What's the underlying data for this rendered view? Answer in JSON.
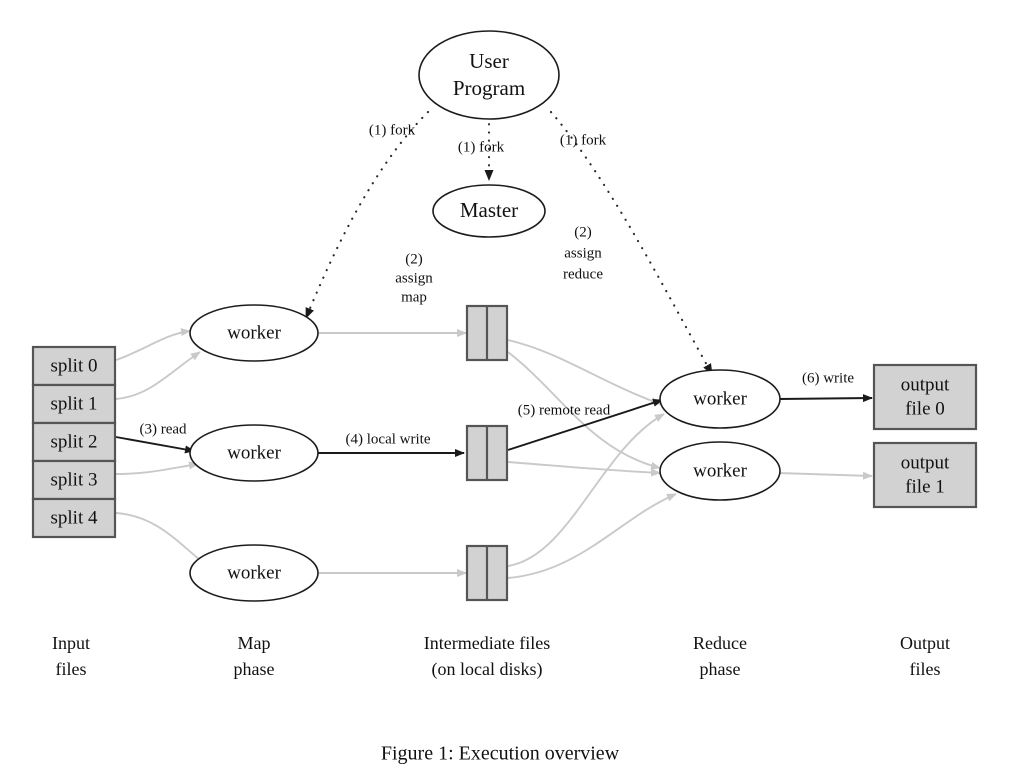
{
  "figure": {
    "caption": "Figure 1: Execution overview"
  },
  "nodes": {
    "user_program": {
      "line1": "User",
      "line2": "Program"
    },
    "master": {
      "label": "Master"
    },
    "map_workers": [
      {
        "label": "worker"
      },
      {
        "label": "worker"
      },
      {
        "label": "worker"
      }
    ],
    "reduce_workers": [
      {
        "label": "worker"
      },
      {
        "label": "worker"
      }
    ],
    "input_splits": [
      {
        "label": "split 0"
      },
      {
        "label": "split 1"
      },
      {
        "label": "split 2"
      },
      {
        "label": "split 3"
      },
      {
        "label": "split 4"
      }
    ],
    "intermediate_files": [
      {
        "label": ""
      },
      {
        "label": ""
      },
      {
        "label": ""
      }
    ],
    "output_files": [
      {
        "line1": "output",
        "line2": "file 0"
      },
      {
        "line1": "output",
        "line2": "file 1"
      }
    ]
  },
  "edge_labels": {
    "fork_left": "(1) fork",
    "fork_center": "(1) fork",
    "fork_right": "(1) fork",
    "assign_map_l1": "(2)",
    "assign_map_l2": "assign",
    "assign_map_l3": "map",
    "assign_reduce_l1": "(2)",
    "assign_reduce_l2": "assign",
    "assign_reduce_l3": "reduce",
    "read": "(3) read",
    "local_write": "(4) local write",
    "remote_read": "(5) remote read",
    "write": "(6) write"
  },
  "columns": [
    {
      "line1": "Input",
      "line2": "files"
    },
    {
      "line1": "Map",
      "line2": "phase"
    },
    {
      "line1": "Intermediate files",
      "line2": "(on local disks)"
    },
    {
      "line1": "Reduce",
      "line2": "phase"
    },
    {
      "line1": "Output",
      "line2": "files"
    }
  ],
  "colors": {
    "box_fill": "#d2d2d2",
    "box_stroke": "#555555",
    "edge_dark": "#1a1a1a",
    "edge_gray": "#c9c9c9",
    "text": "#111111",
    "background": "#ffffff"
  }
}
